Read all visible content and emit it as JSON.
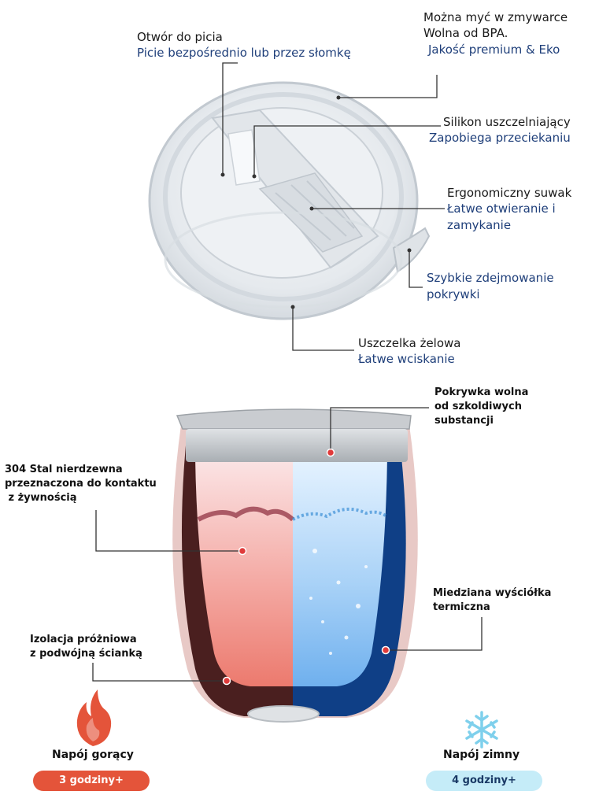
{
  "lid_callouts": {
    "drink_opening": {
      "title": "Otwór do picia",
      "sub": "Picie bezpośrednio lub przez słomkę"
    },
    "dishwasher": {
      "line1": "Można myć w zmywarce",
      "line2": "Wolna od BPA.",
      "sub": "Jakość premium & Eko"
    },
    "silicone_seal": {
      "title": "Silikon uszczelniający",
      "sub": "Zapobiega przeciekaniu"
    },
    "slider": {
      "title": "Ergonomiczny suwak",
      "sub1": "Łatwe otwieranie i",
      "sub2": "zamykanie"
    },
    "quick_remove": {
      "sub1": "Szybkie zdejmowanie",
      "sub2": "pokrywki"
    },
    "gel_gasket": {
      "title": "Uszczelka żelowa",
      "sub": "Łatwe wciskanie"
    }
  },
  "cup_callouts": {
    "lid_free": [
      "Pokrywka wolna",
      "od szkoldiwych",
      "substancji"
    ],
    "steel": [
      "304 Stal nierdzewna",
      "przeznaczona do kontaktu",
      " z żywnością"
    ],
    "copper": [
      "Miedziana wyściółka",
      "termiczna"
    ],
    "vacuum": [
      "Izolacja próżniowa",
      "z podwójną ścianką"
    ]
  },
  "hot": {
    "label": "Napój gorący",
    "duration": "3 godziny+",
    "color": "#e4543a",
    "icon": "flame-icon"
  },
  "cold": {
    "label": "Napój zimny",
    "duration": "4 godziny+",
    "color": "#c5ecf8",
    "icon": "snowflake-icon"
  }
}
